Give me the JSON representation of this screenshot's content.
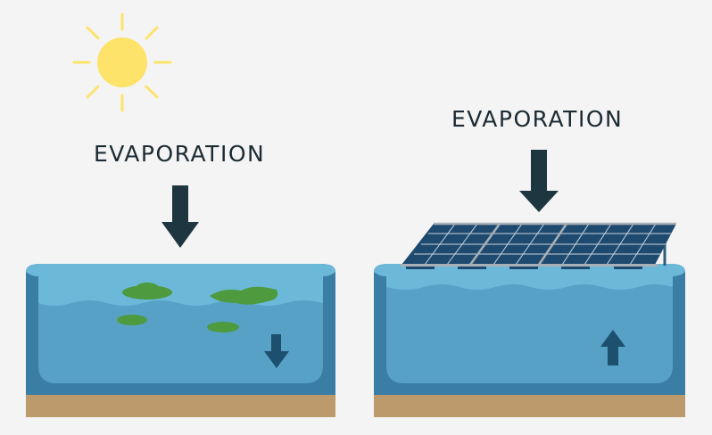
{
  "diagram": {
    "left_panel": {
      "label": "EVAPORATION",
      "description": "Open water reservoir with algae, sun above, evaporation arrow pointing down, water level arrow pointing down",
      "water_level_arrow": "down",
      "icons": [
        "sun-icon",
        "evaporation-arrow-icon",
        "algae-patches",
        "water-level-down-arrow-icon"
      ]
    },
    "right_panel": {
      "label": "EVAPORATION",
      "description": "Reservoir covered with floating solar panels, evaporation arrow pointing down, water level arrow pointing up",
      "water_level_arrow": "up",
      "icons": [
        "solar-panel-array",
        "evaporation-arrow-icon",
        "water-level-up-arrow-icon"
      ]
    },
    "colors": {
      "background": "#f4f4f4",
      "sun": "#fde36a",
      "text": "#1c2b33",
      "arrow": "#1e3640",
      "water_surface": "#6cb8d9",
      "water_body": "#57a1c6",
      "tank_wall": "#3a7ea5",
      "ground": "#bd9a6c",
      "algae": "#4e9a3e",
      "panel": "#1f4a70",
      "panel_frame": "#a9b0b5",
      "water_arrow": "#1d4f6e"
    }
  }
}
